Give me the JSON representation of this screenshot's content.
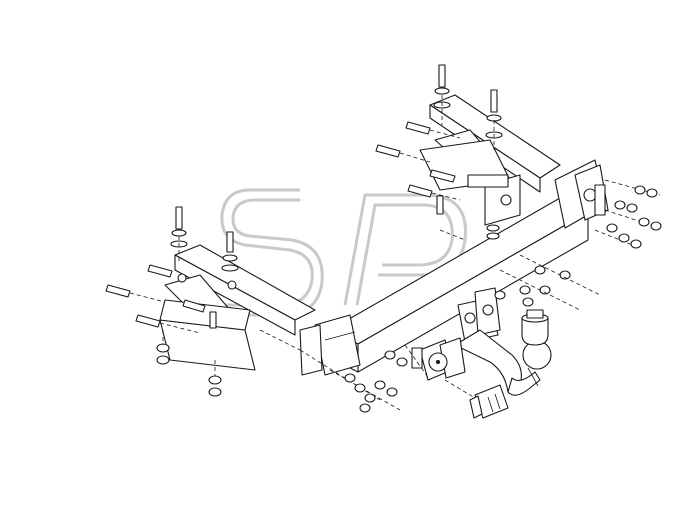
{
  "diagram": {
    "watermark": {
      "letters": "SP",
      "color": "#c9c9c9"
    },
    "line_color": "#1a1a1a",
    "background": "#ffffff",
    "parts": [
      "left-mounting-bracket",
      "right-mounting-bracket",
      "crossbar-beam",
      "tow-ball-neck",
      "tow-ball-cover",
      "electrical-socket",
      "socket-connector"
    ]
  }
}
